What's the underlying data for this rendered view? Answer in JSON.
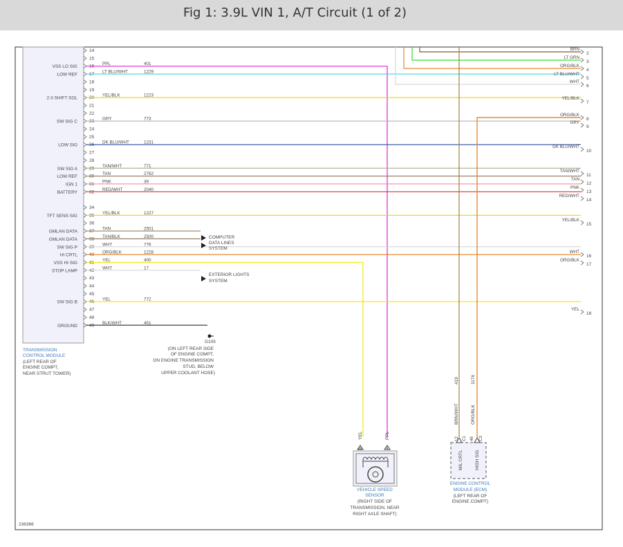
{
  "title": "Fig 1: 3.9L VIN 1, A/T Circuit (1 of 2)",
  "figure_number": "236366",
  "tcm": {
    "name_lines": [
      "TRANSMISSION",
      "CONTROL MODULE"
    ],
    "location_lines": [
      "(LEFT REAR OF",
      "ENGINE COMPT,",
      "NEAR STRUT TOWER)"
    ],
    "pins": [
      {
        "pin": "14",
        "label": "",
        "color": "",
        "circuit": ""
      },
      {
        "pin": "15",
        "label": "",
        "color": "",
        "circuit": ""
      },
      {
        "pin": "16",
        "label": "VSS LO SIG",
        "color": "PPL",
        "circuit": "401"
      },
      {
        "pin": "17",
        "label": "LOW REF",
        "color": "LT BLU/WHT",
        "circuit": "1229"
      },
      {
        "pin": "18",
        "label": "",
        "color": "",
        "circuit": ""
      },
      {
        "pin": "19",
        "label": "",
        "color": "",
        "circuit": ""
      },
      {
        "pin": "20",
        "label": "2-3 SHIFT SOL",
        "color": "YEL/BLK",
        "circuit": "1223"
      },
      {
        "pin": "21",
        "label": "",
        "color": "",
        "circuit": ""
      },
      {
        "pin": "22",
        "label": "",
        "color": "",
        "circuit": ""
      },
      {
        "pin": "23",
        "label": "SW SIG C",
        "color": "GRY",
        "circuit": "773"
      },
      {
        "pin": "24",
        "label": "",
        "color": "",
        "circuit": ""
      },
      {
        "pin": "25",
        "label": "",
        "color": "",
        "circuit": ""
      },
      {
        "pin": "26",
        "label": "LOW SIG",
        "color": "DK BLU/WHT",
        "circuit": "1231"
      },
      {
        "pin": "27",
        "label": "",
        "color": "",
        "circuit": ""
      },
      {
        "pin": "28",
        "label": "",
        "color": "",
        "circuit": ""
      },
      {
        "pin": "29",
        "label": "SW SIG A",
        "color": "TAN/WHT",
        "circuit": "771"
      },
      {
        "pin": "30",
        "label": "LOW REF",
        "color": "TAN",
        "circuit": "2762"
      },
      {
        "pin": "31",
        "label": "IGN 1",
        "color": "PNK",
        "circuit": "39"
      },
      {
        "pin": "32",
        "label": "BATTERY",
        "color": "RED/WHT",
        "circuit": "2040"
      },
      {
        "pin": "34",
        "label": "",
        "color": "",
        "circuit": ""
      },
      {
        "pin": "35",
        "label": "TFT SENS SIG",
        "color": "YEL/BLK",
        "circuit": "1227"
      },
      {
        "pin": "36",
        "label": "",
        "color": "",
        "circuit": ""
      },
      {
        "pin": "37",
        "label": "GMLAN DATA",
        "color": "TAN",
        "circuit": "2501"
      },
      {
        "pin": "38",
        "label": "GMLAN DATA",
        "color": "TAN/BLK",
        "circuit": "2500"
      },
      {
        "pin": "39",
        "label": "SW SIG P",
        "color": "WHT",
        "circuit": "776"
      },
      {
        "pin": "40",
        "label": "HI CRTL",
        "color": "ORG/BLK",
        "circuit": "1228"
      },
      {
        "pin": "41",
        "label": "VSS HI SIG",
        "color": "YEL",
        "circuit": "400"
      },
      {
        "pin": "42",
        "label": "STOP LAMP",
        "color": "WHT",
        "circuit": "17"
      },
      {
        "pin": "43",
        "label": "",
        "color": "",
        "circuit": ""
      },
      {
        "pin": "44",
        "label": "",
        "color": "",
        "circuit": ""
      },
      {
        "pin": "45",
        "label": "",
        "color": "",
        "circuit": ""
      },
      {
        "pin": "46",
        "label": "SW SIG B",
        "color": "YEL",
        "circuit": "772"
      },
      {
        "pin": "47",
        "label": "",
        "color": "",
        "circuit": ""
      },
      {
        "pin": "48",
        "label": "",
        "color": "",
        "circuit": ""
      },
      {
        "pin": "49",
        "label": "GROUND",
        "color": "BLK/WHT",
        "circuit": "451"
      }
    ]
  },
  "right_connector": [
    {
      "pin": "2",
      "color": "BRN"
    },
    {
      "pin": "3",
      "color": "LT GRN"
    },
    {
      "pin": "4",
      "color": "ORG/BLK"
    },
    {
      "pin": "5",
      "color": "LT BLU/WHT"
    },
    {
      "pin": "6",
      "color": "WHT"
    },
    {
      "pin": "7",
      "color": "YEL/BLK"
    },
    {
      "pin": "8",
      "color": "ORG/BLK"
    },
    {
      "pin": "9",
      "color": "GRY"
    },
    {
      "pin": "10",
      "color": "DK BLU/WHT"
    },
    {
      "pin": "11",
      "color": "TAN/WHT"
    },
    {
      "pin": "12",
      "color": "TAN"
    },
    {
      "pin": "13",
      "color": "PNK"
    },
    {
      "pin": "14",
      "color": "RED/WHT"
    },
    {
      "pin": "15",
      "color": "YEL/BLK"
    },
    {
      "pin": "16",
      "color": "WHT"
    },
    {
      "pin": "17",
      "color": "ORG/BLK"
    },
    {
      "pin": "18",
      "color": "YEL"
    }
  ],
  "computer_data_lines": [
    "COMPUTER",
    "DATA LINES",
    "SYSTEM"
  ],
  "exterior_lights": [
    "EXTERIOR LIGHTS",
    "SYSTEM"
  ],
  "ground": {
    "id": "G105",
    "lines": [
      "(ON LEFT REAR SIDE",
      "OF ENGINE COMPT,",
      "ON ENGINE TRANSMISSION",
      "STUD, BELOW",
      "UPPER COOLANT HOSE)"
    ]
  },
  "vss": {
    "name_lines": [
      "VEHICLE SPEED",
      "SENSOR"
    ],
    "location_lines": [
      "(RIGHT SIDE OF",
      "TRANSMISSION, NEAR",
      "RIGHT AXLE SHAFT)"
    ],
    "wire_b": {
      "pin": "B",
      "color": "YEL"
    },
    "wire_a": {
      "pin": "A",
      "color": "PPL"
    }
  },
  "ecm": {
    "name_lines": [
      "ENGINE CONTROL",
      "MODULE (ECM)"
    ],
    "location_lines": [
      "(LEFT REAR OF",
      "ENGINE COMPT)"
    ],
    "wire1": {
      "pin": "12",
      "conn": "C1",
      "color": "BRN/WHT",
      "circuit": "419"
    },
    "wire2": {
      "pin": "46",
      "conn": "C3",
      "color": "ORG/BLK",
      "circuit": "1176"
    },
    "inner_labels": [
      "MIL CRTL",
      "HIGH SIG"
    ]
  },
  "colors": {
    "ppl": "#e020e0",
    "lt_blu_wht": "#40d0e8",
    "yel": "#f0e800",
    "yel_blk": "#e8d820",
    "gry": "#b8b8b8",
    "dk_blu_wht": "#3050a0",
    "tan_wht": "#b8b090",
    "tan": "#988060",
    "pnk": "#f08aa0",
    "red_wht": "#e03030",
    "org_blk": "#e88a30",
    "wht": "#d8d8d8",
    "brn": "#8a5a20",
    "lt_grn": "#30e030",
    "brn_wht": "#a08040",
    "blk_wht": "#404040",
    "label_blue": "#3a7ab8"
  }
}
